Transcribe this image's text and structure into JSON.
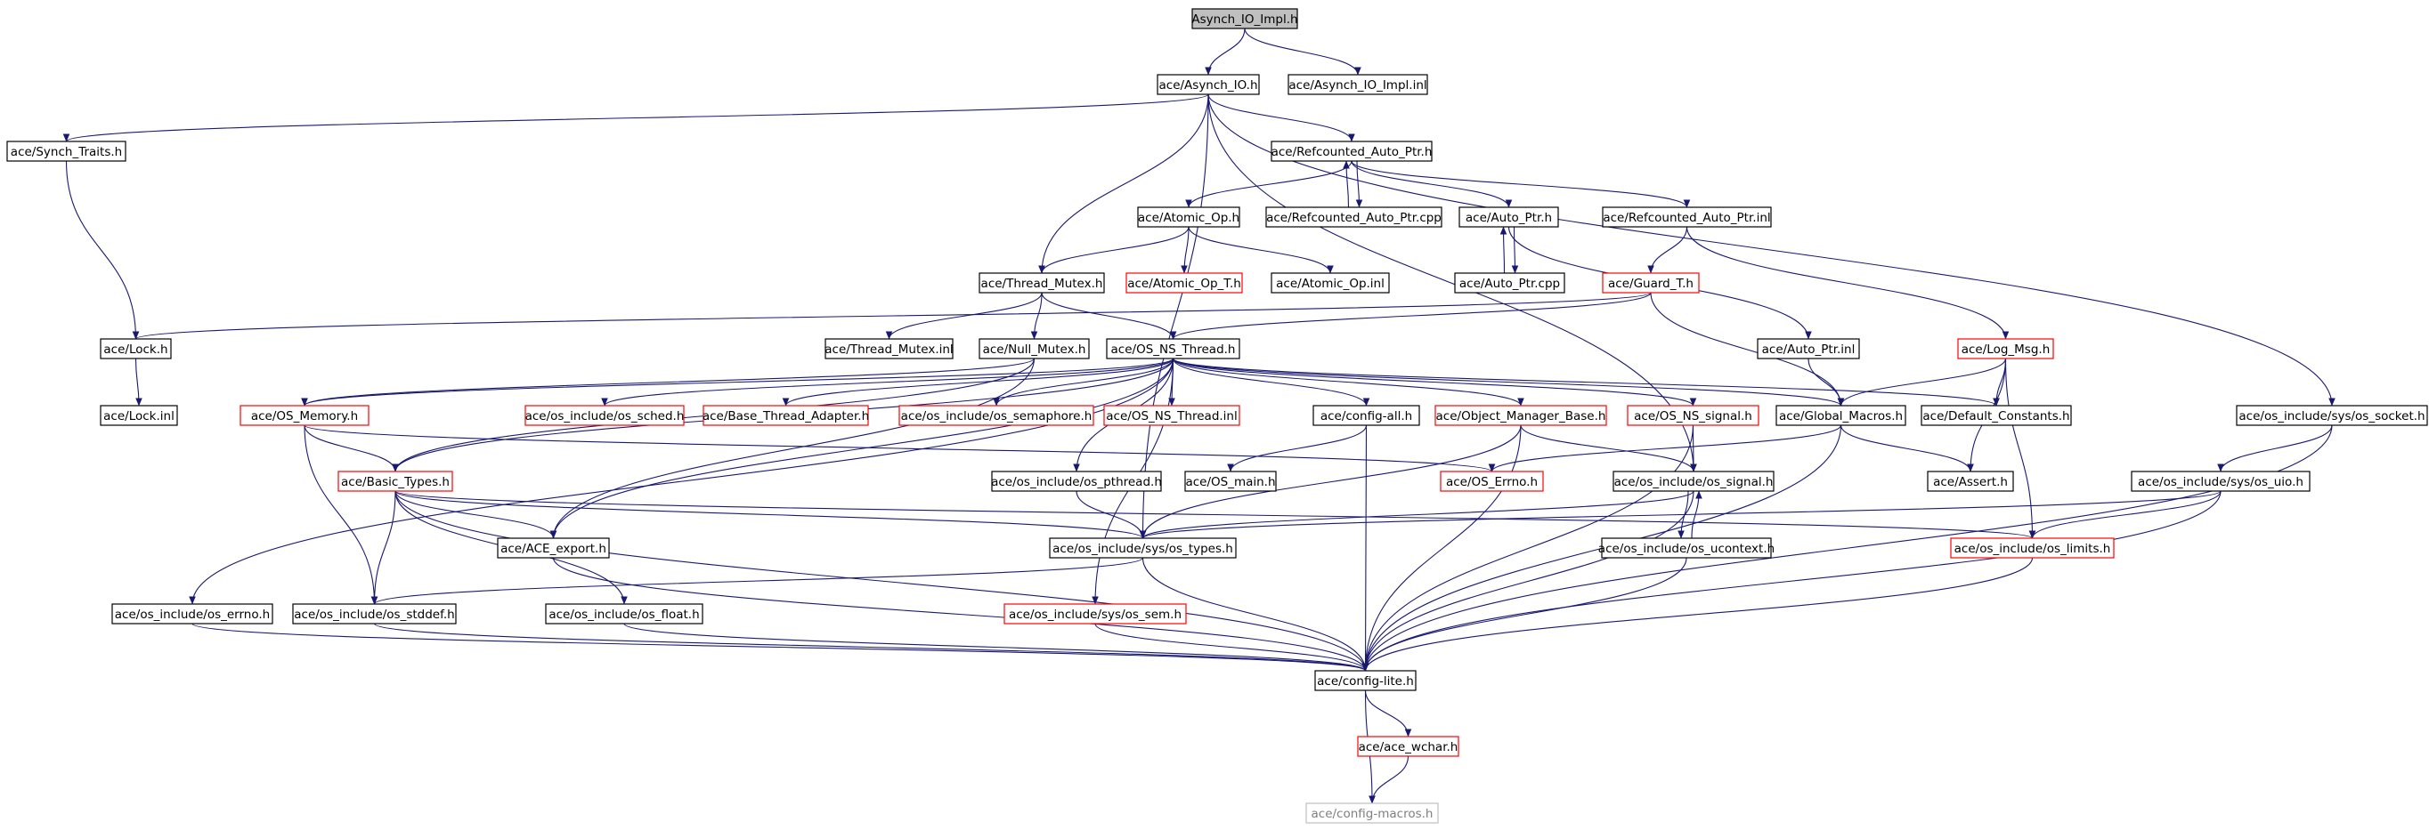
{
  "colors": {
    "edge": "#191970",
    "border_normal": "#000000",
    "border_incomplete": "#ff0000",
    "border_external": "#bfbfbf",
    "root_fill": "#bfbfbf",
    "text_normal": "#000000",
    "text_external": "#7f7f7f"
  },
  "nodes": [
    {
      "id": "asynch_io_impl_h",
      "label": "Asynch_IO_Impl.h",
      "style": "root"
    },
    {
      "id": "asynch_io_h",
      "label": "ace/Asynch_IO.h",
      "style": "normal"
    },
    {
      "id": "asynch_io_impl_inl",
      "label": "ace/Asynch_IO_Impl.inl",
      "style": "normal"
    },
    {
      "id": "synch_traits_h",
      "label": "ace/Synch_Traits.h",
      "style": "normal"
    },
    {
      "id": "refcounted_auto_ptr_h",
      "label": "ace/Refcounted_Auto_Ptr.h",
      "style": "normal"
    },
    {
      "id": "atomic_op_h",
      "label": "ace/Atomic_Op.h",
      "style": "normal"
    },
    {
      "id": "refcounted_auto_ptr_cpp",
      "label": "ace/Refcounted_Auto_Ptr.cpp",
      "style": "normal"
    },
    {
      "id": "auto_ptr_h",
      "label": "ace/Auto_Ptr.h",
      "style": "normal"
    },
    {
      "id": "refcounted_auto_ptr_inl",
      "label": "ace/Refcounted_Auto_Ptr.inl",
      "style": "normal"
    },
    {
      "id": "thread_mutex_h",
      "label": "ace/Thread_Mutex.h",
      "style": "normal"
    },
    {
      "id": "atomic_op_t_h",
      "label": "ace/Atomic_Op_T.h",
      "style": "incomplete"
    },
    {
      "id": "atomic_op_inl",
      "label": "ace/Atomic_Op.inl",
      "style": "normal"
    },
    {
      "id": "auto_ptr_cpp",
      "label": "ace/Auto_Ptr.cpp",
      "style": "normal"
    },
    {
      "id": "guard_t_h",
      "label": "ace/Guard_T.h",
      "style": "incomplete"
    },
    {
      "id": "lock_h",
      "label": "ace/Lock.h",
      "style": "normal"
    },
    {
      "id": "thread_mutex_inl",
      "label": "ace/Thread_Mutex.inl",
      "style": "normal"
    },
    {
      "id": "null_mutex_h",
      "label": "ace/Null_Mutex.h",
      "style": "normal"
    },
    {
      "id": "os_ns_thread_h",
      "label": "ace/OS_NS_Thread.h",
      "style": "normal"
    },
    {
      "id": "auto_ptr_inl",
      "label": "ace/Auto_Ptr.inl",
      "style": "normal"
    },
    {
      "id": "log_msg_h",
      "label": "ace/Log_Msg.h",
      "style": "incomplete"
    },
    {
      "id": "lock_inl",
      "label": "ace/Lock.inl",
      "style": "normal"
    },
    {
      "id": "os_memory_h",
      "label": "ace/OS_Memory.h",
      "style": "incomplete"
    },
    {
      "id": "os_include_os_sched_h",
      "label": "ace/os_include/os_sched.h",
      "style": "incomplete"
    },
    {
      "id": "base_thread_adapter_h",
      "label": "ace/Base_Thread_Adapter.h",
      "style": "incomplete"
    },
    {
      "id": "os_include_os_semaphore_h",
      "label": "ace/os_include/os_semaphore.h",
      "style": "incomplete"
    },
    {
      "id": "os_ns_thread_inl",
      "label": "ace/OS_NS_Thread.inl",
      "style": "incomplete"
    },
    {
      "id": "config_all_h",
      "label": "ace/config-all.h",
      "style": "normal"
    },
    {
      "id": "object_manager_base_h",
      "label": "ace/Object_Manager_Base.h",
      "style": "incomplete"
    },
    {
      "id": "os_ns_signal_h",
      "label": "ace/OS_NS_signal.h",
      "style": "incomplete"
    },
    {
      "id": "global_macros_h",
      "label": "ace/Global_Macros.h",
      "style": "normal"
    },
    {
      "id": "default_constants_h",
      "label": "ace/Default_Constants.h",
      "style": "normal"
    },
    {
      "id": "os_include_sys_os_socket_h",
      "label": "ace/os_include/sys/os_socket.h",
      "style": "normal"
    },
    {
      "id": "basic_types_h",
      "label": "ace/Basic_Types.h",
      "style": "incomplete"
    },
    {
      "id": "os_include_os_pthread_h",
      "label": "ace/os_include/os_pthread.h",
      "style": "normal"
    },
    {
      "id": "os_main_h",
      "label": "ace/OS_main.h",
      "style": "normal"
    },
    {
      "id": "os_errno_h",
      "label": "ace/OS_Errno.h",
      "style": "incomplete"
    },
    {
      "id": "os_include_os_signal_h",
      "label": "ace/os_include/os_signal.h",
      "style": "normal"
    },
    {
      "id": "assert_h",
      "label": "ace/Assert.h",
      "style": "normal"
    },
    {
      "id": "os_include_sys_os_uio_h",
      "label": "ace/os_include/sys/os_uio.h",
      "style": "normal"
    },
    {
      "id": "ace_export_h",
      "label": "ace/ACE_export.h",
      "style": "normal"
    },
    {
      "id": "os_include_sys_os_types_h",
      "label": "ace/os_include/sys/os_types.h",
      "style": "normal"
    },
    {
      "id": "os_include_os_ucontext_h",
      "label": "ace/os_include/os_ucontext.h",
      "style": "normal"
    },
    {
      "id": "os_include_os_limits_h",
      "label": "ace/os_include/os_limits.h",
      "style": "incomplete"
    },
    {
      "id": "os_include_os_errno_h",
      "label": "ace/os_include/os_errno.h",
      "style": "normal"
    },
    {
      "id": "os_include_os_stddef_h",
      "label": "ace/os_include/os_stddef.h",
      "style": "normal"
    },
    {
      "id": "os_include_os_float_h",
      "label": "ace/os_include/os_float.h",
      "style": "normal"
    },
    {
      "id": "os_include_sys_os_sem_h",
      "label": "ace/os_include/sys/os_sem.h",
      "style": "incomplete"
    },
    {
      "id": "config_lite_h",
      "label": "ace/config-lite.h",
      "style": "normal"
    },
    {
      "id": "ace_wchar_h",
      "label": "ace/ace_wchar.h",
      "style": "incomplete"
    },
    {
      "id": "config_macros_h",
      "label": "ace/config-macros.h",
      "style": "external"
    }
  ],
  "edges": [
    [
      "asynch_io_impl_h",
      "asynch_io_h"
    ],
    [
      "asynch_io_impl_h",
      "asynch_io_impl_inl"
    ],
    [
      "asynch_io_h",
      "synch_traits_h"
    ],
    [
      "asynch_io_h",
      "refcounted_auto_ptr_h"
    ],
    [
      "asynch_io_h",
      "thread_mutex_h"
    ],
    [
      "asynch_io_h",
      "os_include_sys_os_types_h"
    ],
    [
      "asynch_io_h",
      "os_include_os_signal_h"
    ],
    [
      "asynch_io_h",
      "os_include_sys_os_socket_h"
    ],
    [
      "synch_traits_h",
      "lock_h"
    ],
    [
      "refcounted_auto_ptr_h",
      "atomic_op_h"
    ],
    [
      "refcounted_auto_ptr_h",
      "refcounted_auto_ptr_cpp"
    ],
    [
      "refcounted_auto_ptr_cpp",
      "refcounted_auto_ptr_h"
    ],
    [
      "refcounted_auto_ptr_h",
      "auto_ptr_h"
    ],
    [
      "refcounted_auto_ptr_h",
      "refcounted_auto_ptr_inl"
    ],
    [
      "atomic_op_h",
      "thread_mutex_h"
    ],
    [
      "atomic_op_h",
      "atomic_op_t_h"
    ],
    [
      "atomic_op_h",
      "atomic_op_inl"
    ],
    [
      "auto_ptr_h",
      "auto_ptr_cpp"
    ],
    [
      "auto_ptr_cpp",
      "auto_ptr_h"
    ],
    [
      "auto_ptr_h",
      "auto_ptr_inl"
    ],
    [
      "refcounted_auto_ptr_inl",
      "guard_t_h"
    ],
    [
      "refcounted_auto_ptr_inl",
      "log_msg_h"
    ],
    [
      "thread_mutex_h",
      "thread_mutex_inl"
    ],
    [
      "thread_mutex_h",
      "null_mutex_h"
    ],
    [
      "thread_mutex_h",
      "os_ns_thread_h"
    ],
    [
      "guard_t_h",
      "lock_h"
    ],
    [
      "guard_t_h",
      "os_ns_thread_h"
    ],
    [
      "guard_t_h",
      "global_macros_h"
    ],
    [
      "lock_h",
      "lock_inl"
    ],
    [
      "null_mutex_h",
      "os_memory_h"
    ],
    [
      "null_mutex_h",
      "basic_types_h"
    ],
    [
      "null_mutex_h",
      "ace_export_h"
    ],
    [
      "os_ns_thread_h",
      "os_include_os_errno_h"
    ],
    [
      "os_ns_thread_h",
      "os_memory_h"
    ],
    [
      "os_ns_thread_h",
      "os_include_os_sched_h"
    ],
    [
      "os_ns_thread_h",
      "base_thread_adapter_h"
    ],
    [
      "os_ns_thread_h",
      "os_include_os_semaphore_h"
    ],
    [
      "os_ns_thread_h",
      "os_ns_thread_inl"
    ],
    [
      "os_ns_thread_h",
      "config_all_h"
    ],
    [
      "os_ns_thread_h",
      "object_manager_base_h"
    ],
    [
      "os_ns_thread_h",
      "os_ns_signal_h"
    ],
    [
      "os_ns_thread_h",
      "global_macros_h"
    ],
    [
      "os_ns_thread_h",
      "default_constants_h"
    ],
    [
      "os_ns_thread_h",
      "basic_types_h"
    ],
    [
      "os_ns_thread_h",
      "ace_export_h"
    ],
    [
      "os_ns_thread_h",
      "os_include_os_pthread_h"
    ],
    [
      "os_ns_thread_h",
      "os_include_sys_os_sem_h"
    ],
    [
      "auto_ptr_inl",
      "global_macros_h"
    ],
    [
      "log_msg_h",
      "global_macros_h"
    ],
    [
      "log_msg_h",
      "default_constants_h"
    ],
    [
      "log_msg_h",
      "assert_h"
    ],
    [
      "log_msg_h",
      "os_include_os_limits_h"
    ],
    [
      "os_memory_h",
      "basic_types_h"
    ],
    [
      "os_memory_h",
      "os_include_os_stddef_h"
    ],
    [
      "os_memory_h",
      "os_errno_h"
    ],
    [
      "config_all_h",
      "os_main_h"
    ],
    [
      "config_all_h",
      "config_lite_h"
    ],
    [
      "object_manager_base_h",
      "os_include_sys_os_types_h"
    ],
    [
      "object_manager_base_h",
      "os_include_os_signal_h"
    ],
    [
      "object_manager_base_h",
      "config_lite_h"
    ],
    [
      "os_ns_signal_h",
      "os_include_os_signal_h"
    ],
    [
      "os_ns_signal_h",
      "config_lite_h"
    ],
    [
      "global_macros_h",
      "os_errno_h"
    ],
    [
      "global_macros_h",
      "assert_h"
    ],
    [
      "global_macros_h",
      "config_lite_h"
    ],
    [
      "os_include_sys_os_socket_h",
      "os_include_sys_os_uio_h"
    ],
    [
      "os_include_sys_os_socket_h",
      "config_lite_h"
    ],
    [
      "basic_types_h",
      "ace_export_h"
    ],
    [
      "basic_types_h",
      "os_include_sys_os_types_h"
    ],
    [
      "basic_types_h",
      "os_include_os_limits_h"
    ],
    [
      "basic_types_h",
      "os_include_os_stddef_h"
    ],
    [
      "basic_types_h",
      "os_include_os_float_h"
    ],
    [
      "basic_types_h",
      "config_lite_h"
    ],
    [
      "os_include_os_pthread_h",
      "os_include_sys_os_types_h"
    ],
    [
      "os_include_os_signal_h",
      "os_include_sys_os_types_h"
    ],
    [
      "os_include_os_signal_h",
      "os_include_os_ucontext_h"
    ],
    [
      "os_include_os_ucontext_h",
      "os_include_os_signal_h"
    ],
    [
      "os_include_os_signal_h",
      "config_lite_h"
    ],
    [
      "os_include_sys_os_uio_h",
      "os_include_sys_os_types_h"
    ],
    [
      "os_include_sys_os_uio_h",
      "os_include_os_limits_h"
    ],
    [
      "os_include_sys_os_uio_h",
      "config_lite_h"
    ],
    [
      "ace_export_h",
      "config_lite_h"
    ],
    [
      "os_include_sys_os_types_h",
      "os_include_os_stddef_h"
    ],
    [
      "os_include_sys_os_types_h",
      "config_lite_h"
    ],
    [
      "os_include_os_ucontext_h",
      "config_lite_h"
    ],
    [
      "os_include_os_limits_h",
      "config_lite_h"
    ],
    [
      "os_include_os_errno_h",
      "config_lite_h"
    ],
    [
      "os_include_os_stddef_h",
      "config_lite_h"
    ],
    [
      "os_include_os_float_h",
      "config_lite_h"
    ],
    [
      "os_include_sys_os_sem_h",
      "config_lite_h"
    ],
    [
      "config_lite_h",
      "ace_wchar_h"
    ],
    [
      "config_lite_h",
      "config_macros_h"
    ],
    [
      "ace_wchar_h",
      "config_macros_h"
    ]
  ]
}
